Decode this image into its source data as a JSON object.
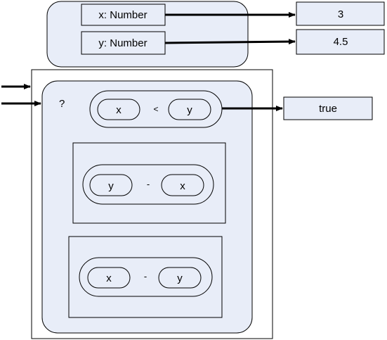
{
  "variables": [
    {
      "label": "x: Number",
      "value": "3"
    },
    {
      "label": "y: Number",
      "value": "4.5"
    }
  ],
  "conditional": {
    "symbol": "?",
    "condition": {
      "left": "x",
      "operator": "<",
      "right": "y",
      "result": "true"
    },
    "then_branch": {
      "left": "y",
      "operator": "-",
      "right": "x"
    },
    "else_branch": {
      "left": "x",
      "operator": "-",
      "right": "y"
    }
  },
  "colors": {
    "box_fill": "#e8edf8",
    "stroke": "#000000",
    "background": "#ffffff"
  }
}
